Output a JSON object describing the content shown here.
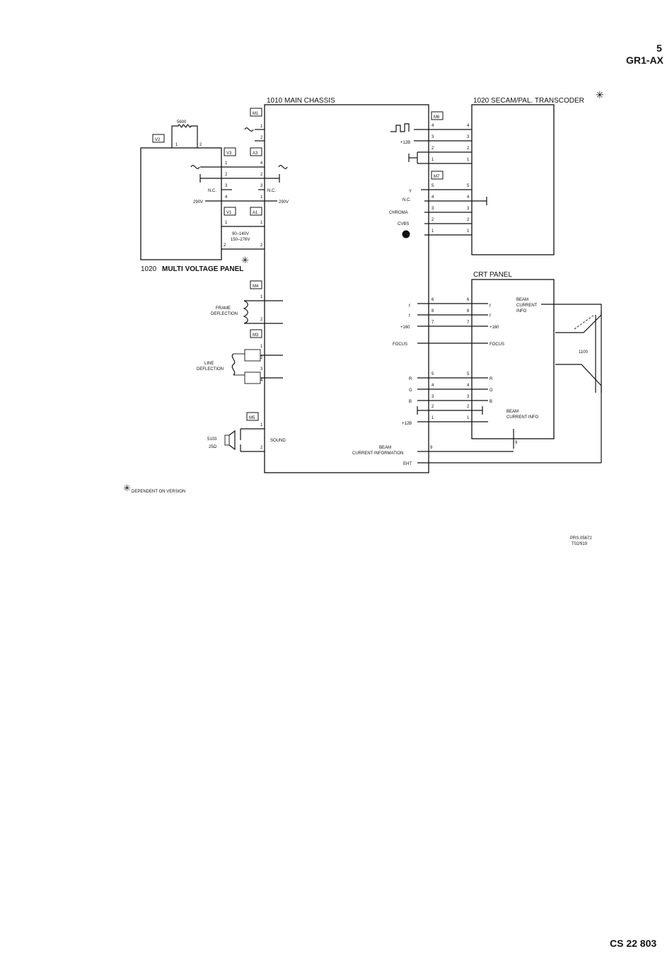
{
  "header": {
    "page_number": "5",
    "model": "GR1-AX"
  },
  "footer": {
    "code": "CS 22 803"
  },
  "blocks": {
    "main_chassis": "1010    MAIN  CHASSIS",
    "transcoder": "1020  SECAM/PAL.  TRANSCODER",
    "multi_voltage_num": "1020",
    "multi_voltage_name": "MULTI  VOLTAGE  PANEL",
    "crt_panel": "CRT  PANEL",
    "tube": "1100"
  },
  "connectors": {
    "M1": "M1",
    "M3": "M3",
    "M4": "M4",
    "M5": "M5",
    "M6": "M6",
    "M7": "M7",
    "V1": "V1",
    "V2": "V2",
    "V3": "V3",
    "A1": "A1",
    "A3": "A3"
  },
  "labels": {
    "resistor": "5600",
    "nc": "N.C.",
    "v290": "290V",
    "range_a": "90–140V",
    "range_b": "150–276V",
    "frame": "FRAME",
    "deflection": "DEFLECTION",
    "line": "LINE",
    "speaker_id": "5103",
    "speaker_ohm": "25Ω",
    "sound": "SOUND",
    "plus12b": "+12B",
    "y": "Y",
    "chroma": "CHROMA",
    "cvbs": "CVBS",
    "f": "f",
    "plus160": "+160",
    "focus": "FOCUS",
    "r": "R",
    "g": "G",
    "b": "B",
    "beam": "BEAM",
    "current": "CURRENT",
    "info": "INFO",
    "current_information": "CURRENT  INFORMATION",
    "current_info": "CURRENT  INFO",
    "eht": "EHT"
  },
  "pins": [
    "1",
    "2",
    "3",
    "4",
    "5",
    "6",
    "7",
    "8",
    "9"
  ],
  "notes": {
    "star": "✳",
    "dependent": "DEPENDENT  ON  VERSION",
    "ref1": "PRS.05672",
    "ref2": "T02/919"
  }
}
